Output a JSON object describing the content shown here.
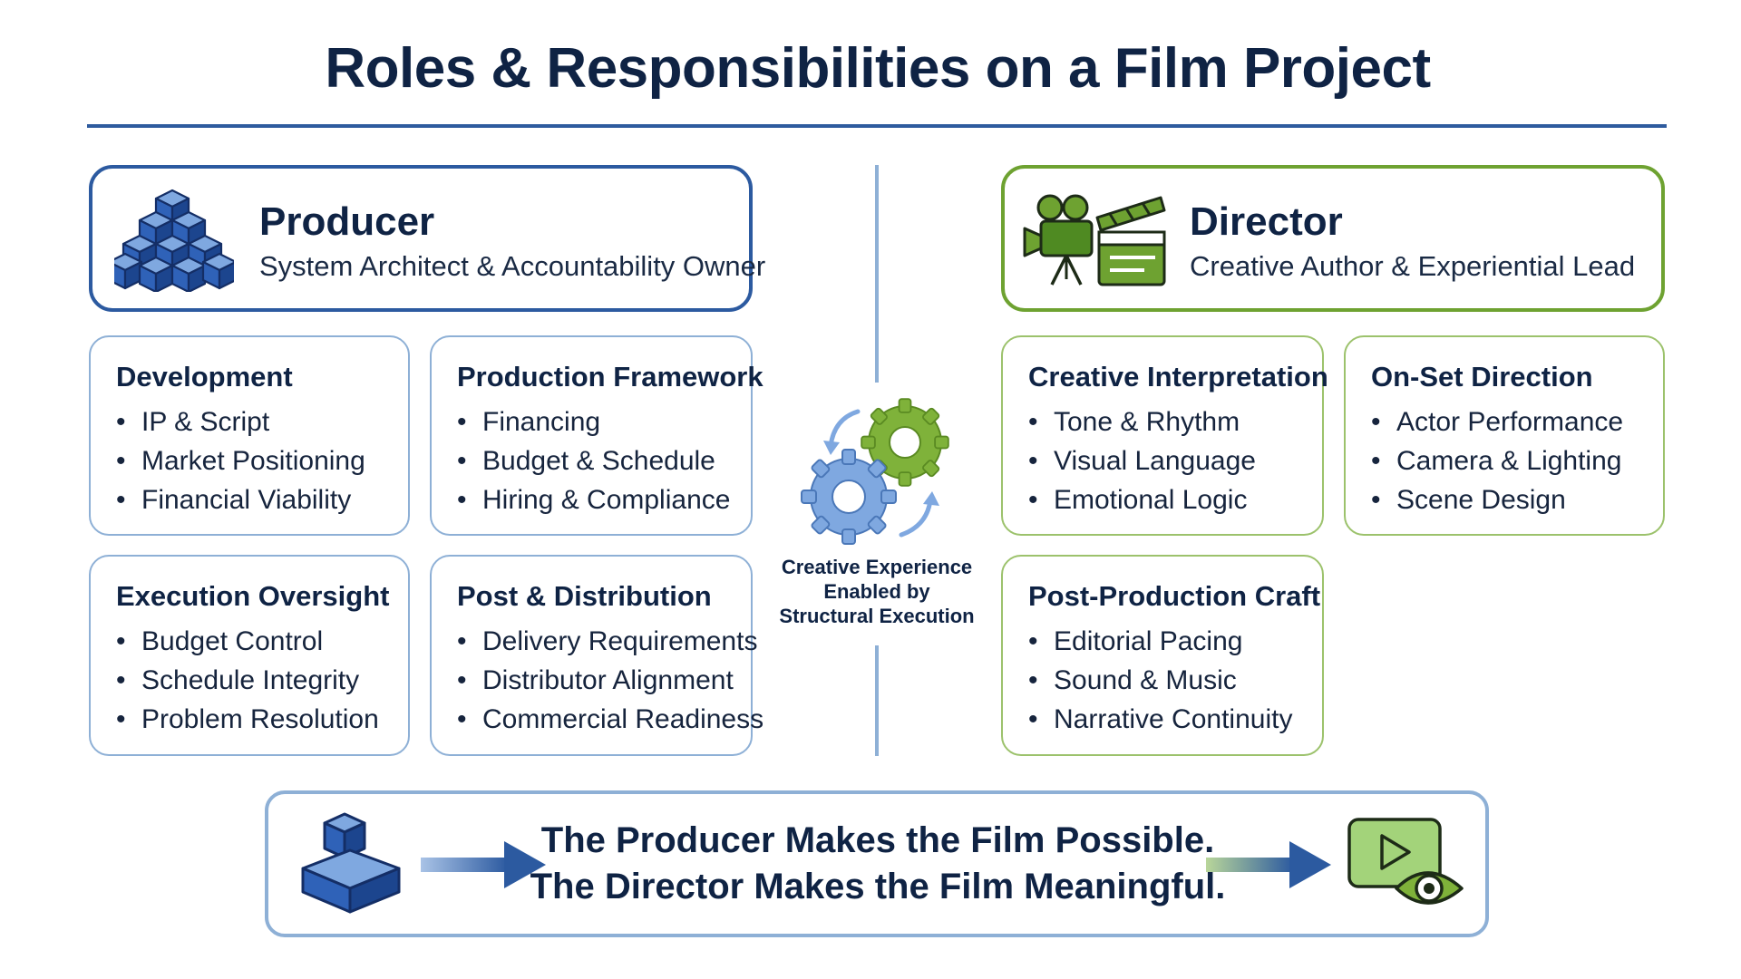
{
  "title": "Roles & Responsibilities on a Film Project",
  "producer": {
    "name": "Producer",
    "subtitle": "System Architect & Accountability Owner",
    "icon": "stacked-cubes-icon",
    "cards": [
      {
        "title": "Development",
        "items": [
          "IP & Script",
          "Market Positioning",
          "Financial Viability"
        ]
      },
      {
        "title": "Production Framework",
        "items": [
          "Financing",
          "Budget & Schedule",
          "Hiring & Compliance"
        ]
      },
      {
        "title": "Execution Oversight",
        "items": [
          "Budget Control",
          "Schedule Integrity",
          "Problem Resolution"
        ]
      },
      {
        "title": "Post & Distribution",
        "items": [
          "Delivery Requirements",
          "Distributor Alignment",
          "Commercial Readiness"
        ]
      }
    ]
  },
  "director": {
    "name": "Director",
    "subtitle": "Creative Author & Experiential Lead",
    "icon": "camera-clapperboard-icon",
    "cards": [
      {
        "title": "Creative Interpretation",
        "items": [
          "Tone & Rhythm",
          "Visual Language",
          "Emotional Logic"
        ]
      },
      {
        "title": "On-Set Direction",
        "items": [
          "Actor Performance",
          "Camera & Lighting",
          "Scene Design"
        ]
      },
      {
        "title": "Post-Production Craft",
        "items": [
          "Editorial Pacing",
          "Sound & Music",
          "Narrative Continuity"
        ]
      }
    ]
  },
  "center": {
    "icon": "gears-icon",
    "caption_lines": [
      "Creative Experience",
      "Enabled by",
      "Structural Execution"
    ]
  },
  "banner": {
    "line1": "The Producer Makes the Film Possible.",
    "line2": "The Director Makes the Film Meaningful.",
    "left_icon": "cube-stack-icon",
    "right_icon": "play-eye-icon"
  },
  "colors": {
    "producer_blue": "#2c5aa0",
    "director_green": "#6ea231",
    "light_blue_border": "#8eb0d6",
    "light_green_border": "#9cc26c",
    "heading_navy": "#0f2344"
  }
}
